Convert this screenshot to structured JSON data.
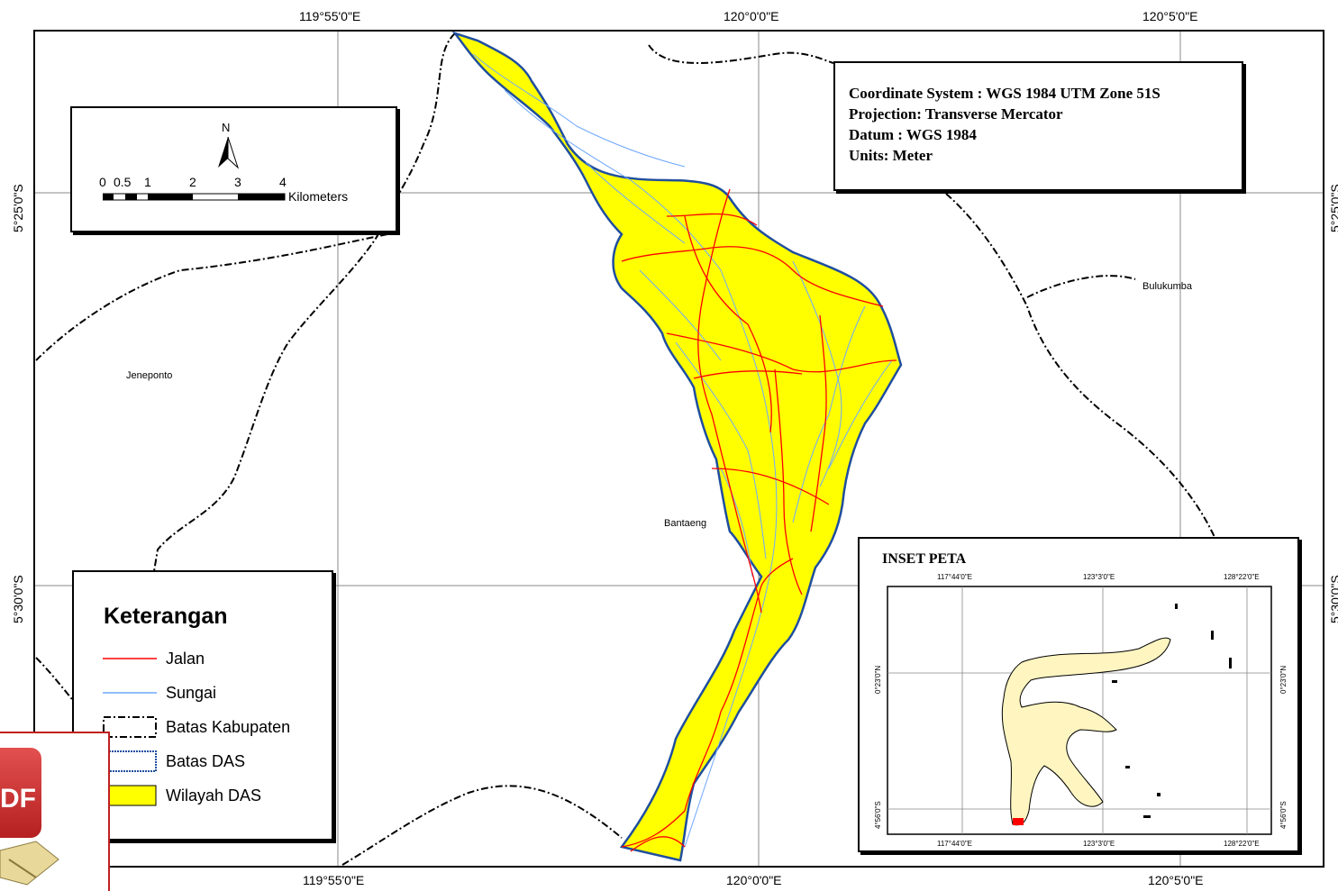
{
  "grid": {
    "top_labels": [
      "119°55'0\"E",
      "120°0'0\"E",
      "120°5'0\"E"
    ],
    "bottom_labels": [
      "119°55'0\"E",
      "120°0'0\"E",
      "120°5'0\"E"
    ],
    "left_labels": [
      "5°25'0\"S",
      "5°30'0\"S"
    ],
    "right_labels": [
      "5°25'0\"S",
      "5°30'0\"S"
    ]
  },
  "places": {
    "jeneponto": "Jeneponto",
    "bantaeng": "Bantaeng",
    "bulukumba": "Bulukumba"
  },
  "scale_bar": {
    "north_label": "N",
    "ticks": [
      "0",
      "0.5",
      "1",
      "2",
      "3",
      "4"
    ],
    "unit": "Kilometers"
  },
  "info_box": {
    "lines": [
      "Coordinate System : WGS 1984 UTM Zone 51S",
      "Projection: Transverse Mercator",
      "Datum : WGS 1984",
      "Units: Meter"
    ]
  },
  "legend": {
    "title": "Keterangan",
    "items": [
      {
        "label": "Jalan",
        "color": "#ff0000"
      },
      {
        "label": "Sungai",
        "color": "#6fa8ff"
      },
      {
        "label": "Batas Kabupaten",
        "color": "#000000"
      },
      {
        "label": "Batas DAS",
        "color": "#1f4e9e"
      },
      {
        "label": "Wilayah DAS",
        "color": "#ffff00"
      }
    ]
  },
  "inset": {
    "title": "INSET PETA",
    "top_labels": [
      "117°44'0\"E",
      "123°3'0\"E",
      "128°22'0\"E"
    ],
    "bottom_labels": [
      "117°44'0\"E",
      "123°3'0\"E",
      "128°22'0\"E"
    ],
    "left_labels": [
      "0°23'0\"N",
      "4°56'0\"S"
    ],
    "right_labels": [
      "0°23'0\"N",
      "4°56'0\"S"
    ]
  },
  "colors": {
    "das_fill": "#ffff00",
    "das_border": "#1f4e9e",
    "road": "#ff0000",
    "river": "#6fa8ff",
    "island": "#fff5c0",
    "badge": "#d03030"
  },
  "badge": {
    "text": "DF"
  }
}
